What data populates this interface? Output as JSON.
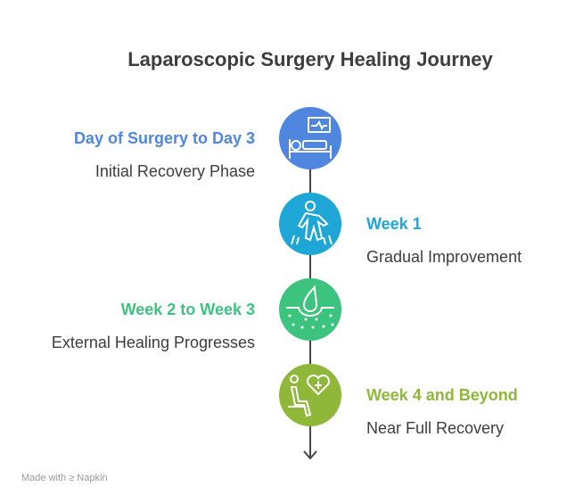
{
  "title": "Laparoscopic Surgery Healing Journey",
  "stages": [
    {
      "heading": "Day of Surgery to Day 3",
      "subtitle": "Initial Recovery Phase",
      "color": "#4F86E0",
      "icon": "hospital-bed-icon"
    },
    {
      "heading": "Week 1",
      "subtitle": "Gradual Improvement",
      "color": "#1EA7D6",
      "icon": "walking-person-icon"
    },
    {
      "heading": "Week 2 to Week 3",
      "subtitle": "External Healing Progresses",
      "color": "#3CC47F",
      "icon": "skin-healing-icon"
    },
    {
      "heading": "Week 4 and Beyond",
      "subtitle": "Near Full Recovery",
      "color": "#8FB83A",
      "icon": "seated-person-heart-icon"
    }
  ],
  "footer": "Made with ≥ Napkin"
}
